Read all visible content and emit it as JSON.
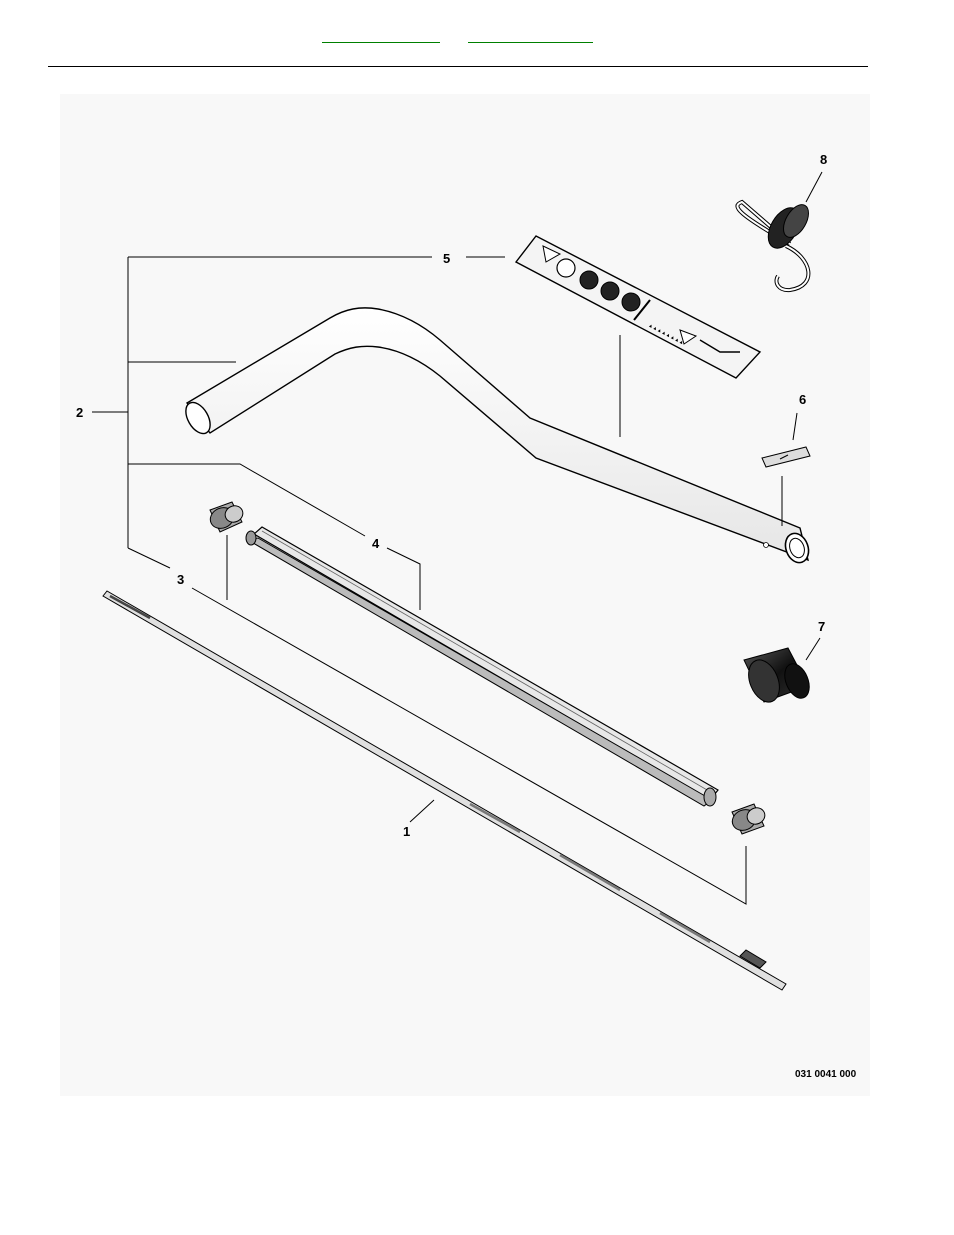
{
  "nav": {
    "prev_label": "",
    "next_label": ""
  },
  "callouts": {
    "c1": "1",
    "c2": "2",
    "c3": "3",
    "c4": "4",
    "c5": "5",
    "c6": "6",
    "c7": "7",
    "c8": "8"
  },
  "figure_number": "031 0041 000"
}
